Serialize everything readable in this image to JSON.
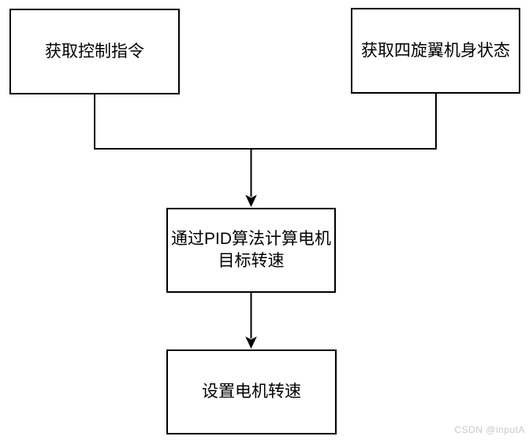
{
  "diagram": {
    "type": "flowchart",
    "nodes": [
      {
        "id": "get-control-command",
        "label": "获取控制指令"
      },
      {
        "id": "get-quadcopter-body-state",
        "label": "获取四旋翼机身状态"
      },
      {
        "id": "pid-compute-target-speed",
        "label": "通过PID算法计算电机\n目标转速"
      },
      {
        "id": "set-motor-speed",
        "label": "设置电机转速"
      }
    ],
    "edges": [
      {
        "from": "get-control-command",
        "to": "pid-compute-target-speed",
        "arrow": "end"
      },
      {
        "from": "get-quadcopter-body-state",
        "to": "pid-compute-target-speed",
        "arrow": "end"
      },
      {
        "from": "pid-compute-target-speed",
        "to": "set-motor-speed",
        "arrow": "end"
      }
    ],
    "colors": {
      "node_border": "#000000",
      "node_fill": "#ffffff",
      "text": "#000000",
      "edge": "#000000",
      "background": "#ffffff"
    }
  },
  "watermark": {
    "text": "CSDN @inputA",
    "color": "#c9c9c9"
  }
}
